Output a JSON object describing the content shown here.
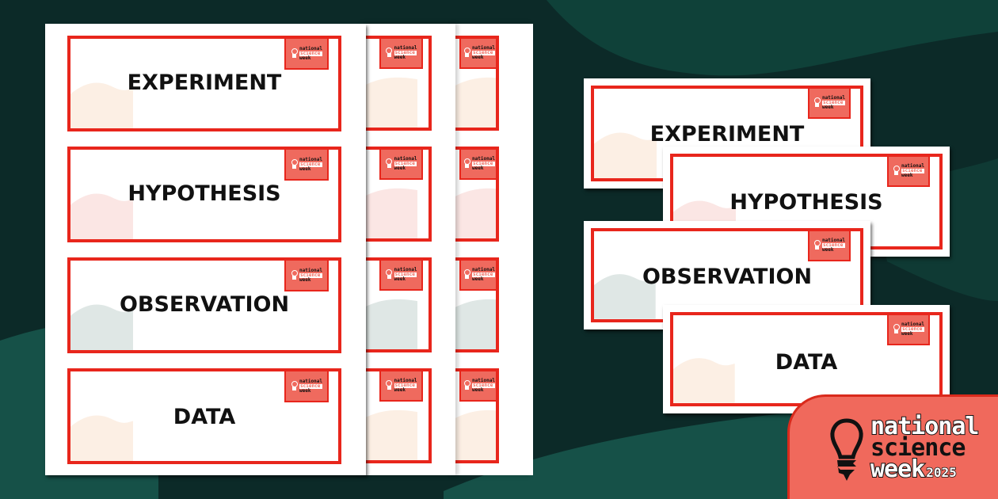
{
  "background": {
    "base_color": "#0c2a28",
    "wave_color_light": "#0f4139",
    "wave_color_bottom": "#165148"
  },
  "card_colors": {
    "border": "#e8261c",
    "logo_bg": "#ef6a5e",
    "text": "#111111"
  },
  "left_sheet": {
    "cards": [
      {
        "word": "EXPERIMENT",
        "wave_color": "#fcefe4"
      },
      {
        "word": "HYPOTHESIS",
        "wave_color": "#fbe6e4"
      },
      {
        "word": "OBSERVATION",
        "wave_color": "#dfe7e5"
      },
      {
        "word": "DATA",
        "wave_color": "#fcefe4"
      }
    ]
  },
  "mini_logo": {
    "line1": "national",
    "line2": "science",
    "line3": "week"
  },
  "right_cards": [
    {
      "word": "EXPERIMENT",
      "wave_color": "#fcefe4"
    },
    {
      "word": "HYPOTHESIS",
      "wave_color": "#fbe6e4"
    },
    {
      "word": "OBSERVATION",
      "wave_color": "#dfe7e5"
    },
    {
      "word": "DATA",
      "wave_color": "#fcefe4"
    }
  ],
  "brand": {
    "line1": "national",
    "line2": "science",
    "line3": "week",
    "year": "2025",
    "badge_color": "#f0695c"
  }
}
